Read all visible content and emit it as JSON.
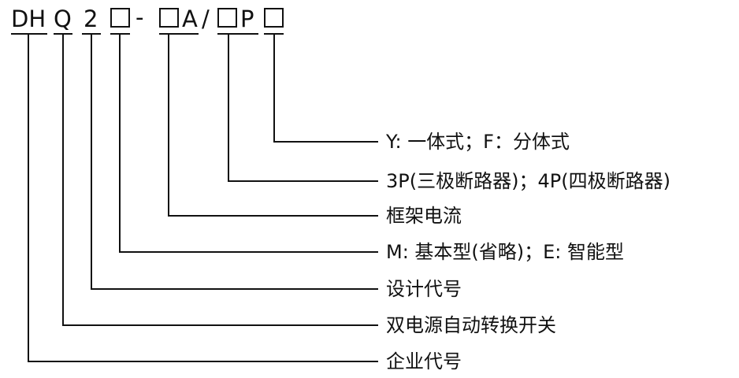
{
  "model_code": {
    "segments": [
      "DH",
      "Q",
      "2",
      "-",
      "A",
      "/",
      "P"
    ],
    "placeholder_count": 4
  },
  "descriptions": [
    "Y: 一体式；F：分体式",
    "3P(三极断路器)；4P(四极断路器)",
    "框架电流",
    "M: 基本型(省略)；E: 智能型",
    "设计代号",
    "双电源自动转换开关",
    "企业代号"
  ],
  "colors": {
    "ink": "#111111",
    "background": "#ffffff"
  }
}
